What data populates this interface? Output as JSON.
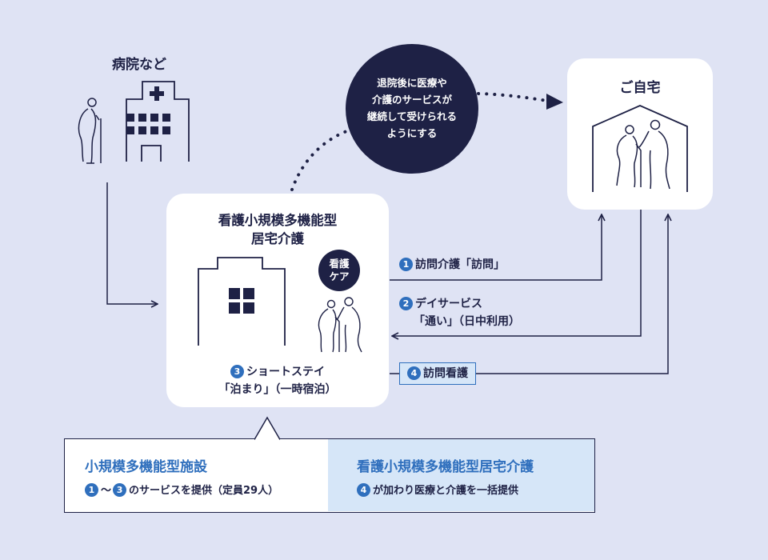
{
  "hospital": {
    "label": "病院など"
  },
  "home": {
    "label": "ご自宅"
  },
  "bubble": {
    "lines": [
      "退院後に医療や",
      "介護のサービスが",
      "継続して受けられる",
      "ようにする"
    ]
  },
  "facility": {
    "title_line1": "看護小規模多機能型",
    "title_line2": "居宅介護",
    "nurse_badge_line1": "看護",
    "nurse_badge_line2": "ケア",
    "stay_num": "3",
    "stay_line1": "ショートステイ",
    "stay_line2": "「泊まり」（一時宿泊）"
  },
  "services": {
    "visit_num": "1",
    "visit_label": "訪問介護「訪問」",
    "day_num": "2",
    "day_line1": "デイサービス",
    "day_line2": "「通い」（日中利用）",
    "nursing_num": "4",
    "nursing_label": "訪問看護"
  },
  "legend": {
    "left_title": "小規模多機能型施設",
    "left_num_start": "1",
    "left_range_sep": "～",
    "left_num_end": "3",
    "left_desc": "のサービスを提供（定員29人）",
    "right_title": "看護小規模多機能型居宅介護",
    "right_num": "4",
    "right_desc": "が加わり医療と介護を一括提供"
  },
  "colors": {
    "background": "#dfe3f4",
    "navy": "#1e2145",
    "accent_blue": "#2f6fbd",
    "light_blue": "#d6e6f8"
  }
}
